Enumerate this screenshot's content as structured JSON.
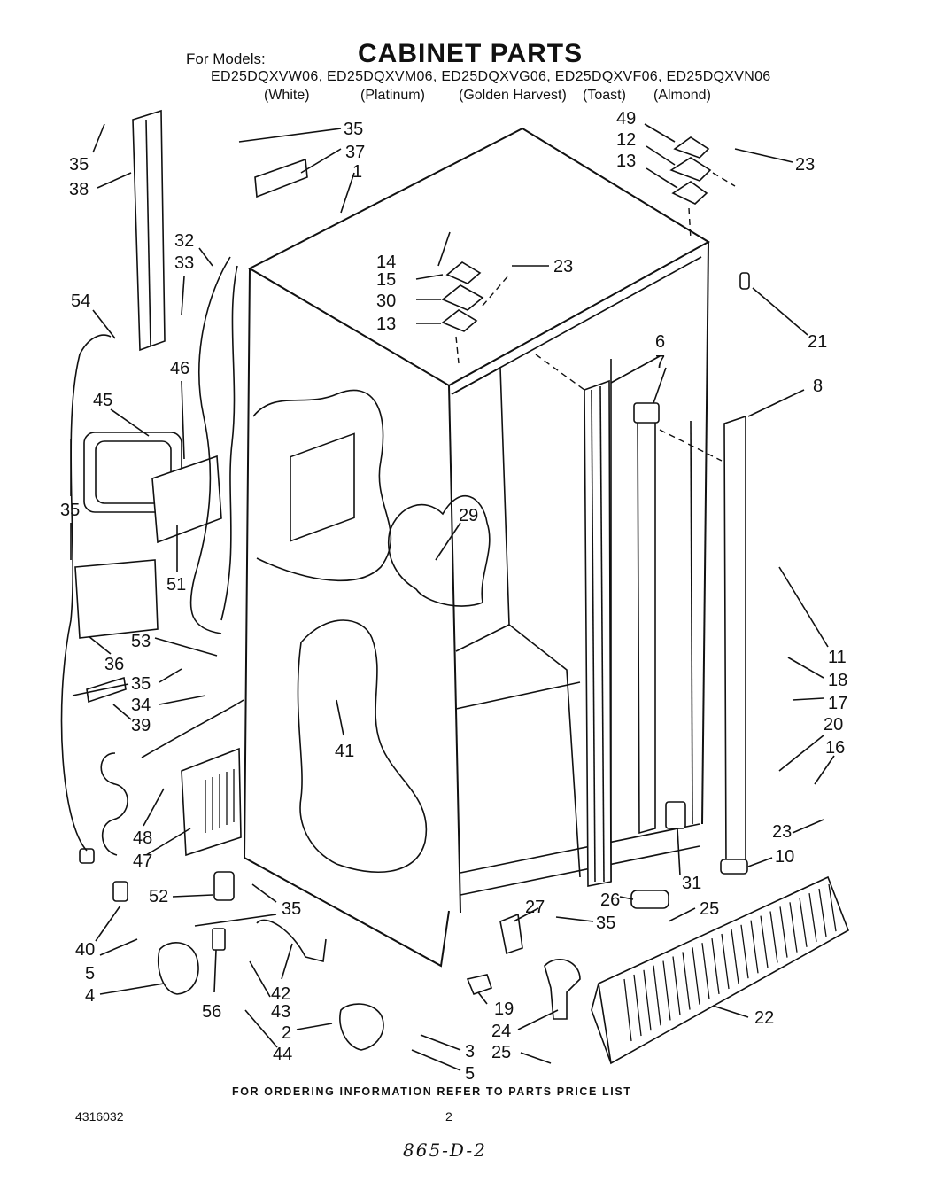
{
  "header": {
    "for_models_label": "For Models:",
    "title": "CABINET PARTS",
    "models_line": "ED25DQXVW06, ED25DQXVM06, ED25DQXVG06, ED25DQXVF06, ED25DQXVN06",
    "colors": [
      "(White)",
      "(Platinum)",
      "(Golden Harvest)",
      "(Toast)",
      "(Almond)"
    ]
  },
  "callouts": {
    "c1": "1",
    "c2": "2",
    "c3": "3",
    "c4": "4",
    "c5a": "5",
    "c5b": "5",
    "c6": "6",
    "c7": "7",
    "c8": "8",
    "c10": "10",
    "c11": "11",
    "c12": "12",
    "c13a": "13",
    "c13b": "13",
    "c14": "14",
    "c15": "15",
    "c16": "16",
    "c17": "17",
    "c18": "18",
    "c19": "19",
    "c20": "20",
    "c21": "21",
    "c22": "22",
    "c23a": "23",
    "c23b": "23",
    "c23c": "23",
    "c24": "24",
    "c25a": "25",
    "c25b": "25",
    "c26": "26",
    "c27": "27",
    "c29": "29",
    "c30": "30",
    "c31": "31",
    "c32": "32",
    "c33": "33",
    "c34": "34",
    "c35a": "35",
    "c35b": "35",
    "c35c": "35",
    "c35d": "35",
    "c35e": "35",
    "c35f": "35",
    "c36": "36",
    "c37": "37",
    "c38": "38",
    "c39": "39",
    "c40": "40",
    "c41": "41",
    "c42": "42",
    "c43": "43",
    "c44": "44",
    "c45": "45",
    "c46": "46",
    "c47": "47",
    "c48": "48",
    "c49": "49",
    "c51": "51",
    "c52": "52",
    "c53": "53",
    "c54": "54",
    "c56": "56"
  },
  "footer": {
    "ordering_note": "FOR ORDERING INFORMATION REFER TO PARTS PRICE LIST",
    "doc_number": "4316032",
    "page_number": "2",
    "handwritten": "865-D-2"
  }
}
